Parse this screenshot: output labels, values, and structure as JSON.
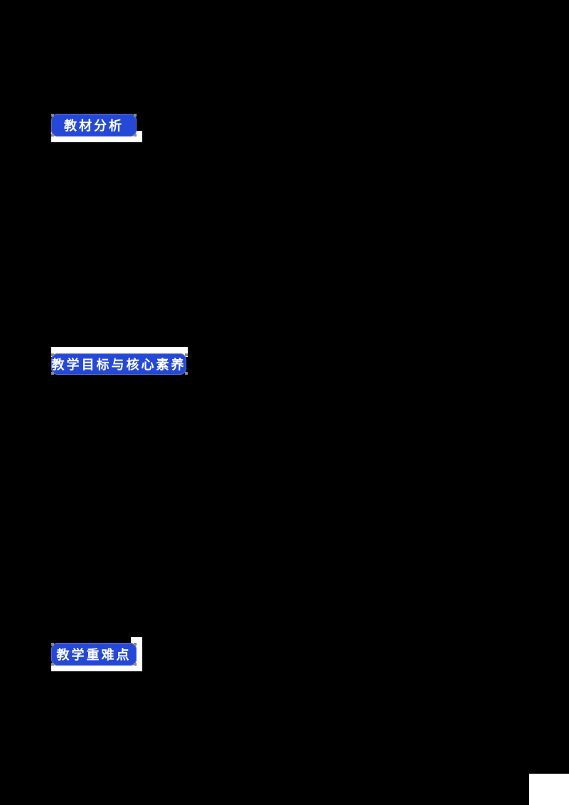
{
  "document": {
    "background": "#000000",
    "accent_color": "#2549d6",
    "sections": [
      {
        "heading": "教材分析"
      },
      {
        "heading": "教学目标与核心素养"
      },
      {
        "heading": "教学重难点"
      }
    ]
  }
}
